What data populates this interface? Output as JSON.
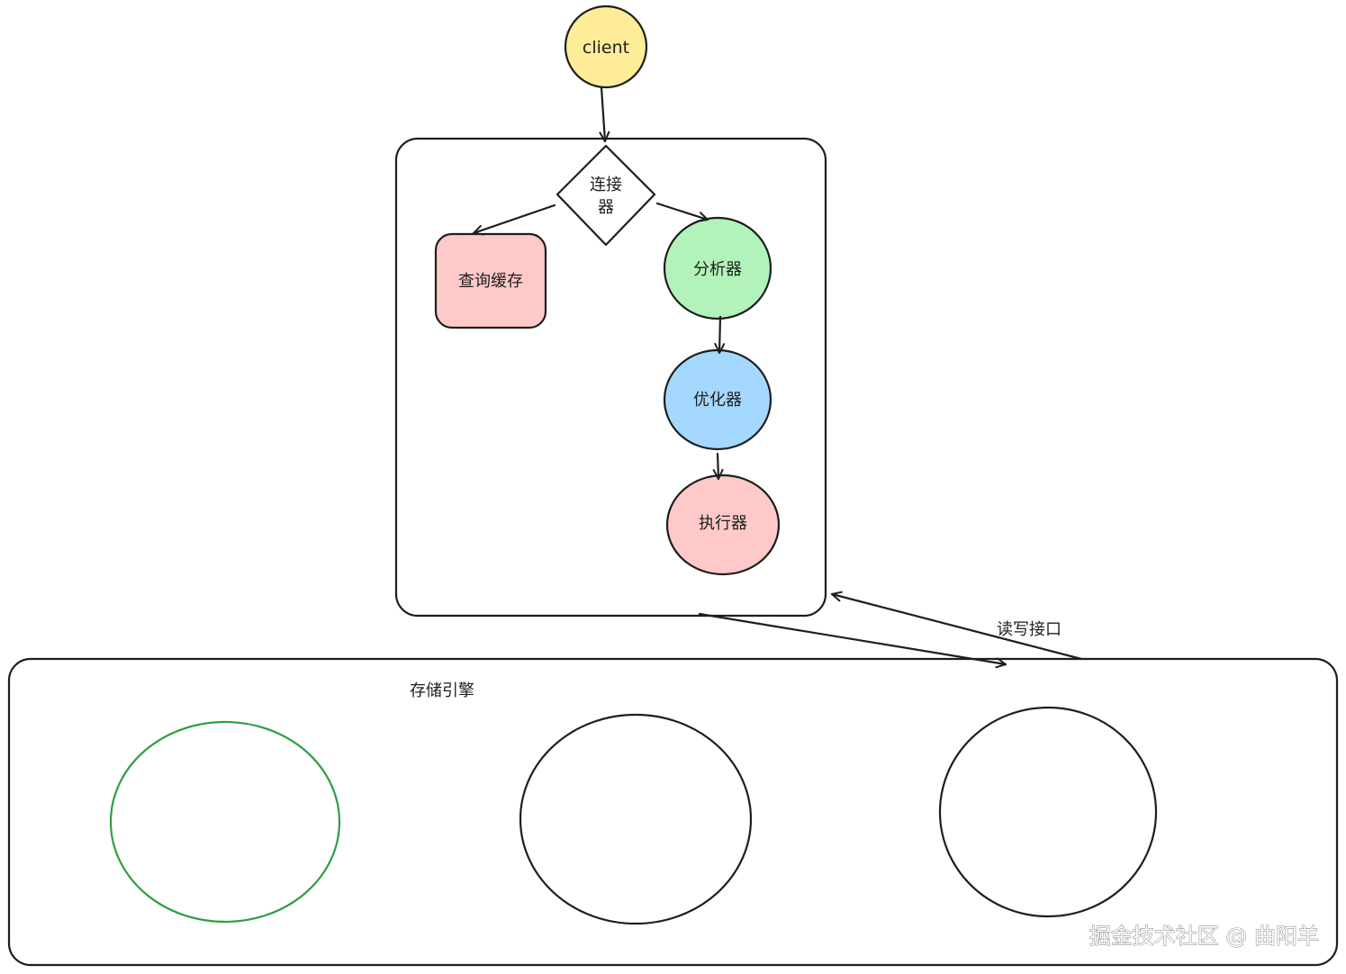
{
  "nodes": {
    "client": {
      "label": "client",
      "fill": "#ffec99"
    },
    "connector": {
      "label_line1": "连接",
      "label_line2": "器"
    },
    "query_cache": {
      "label": "查询缓存",
      "fill": "#ffc9c9"
    },
    "analyzer": {
      "label": "分析器",
      "fill": "#b2f2bb"
    },
    "optimizer": {
      "label": "优化器",
      "fill": "#a5d8ff"
    },
    "executor": {
      "label": "执行器",
      "fill": "#ffc9c9"
    }
  },
  "edges": {
    "rw_interface_label": "读写接口"
  },
  "storage_engine": {
    "label": "存储引擎",
    "engine_1_stroke": "#2f9e44"
  },
  "watermark": "掘金技术社区 @ 曲阳羊"
}
